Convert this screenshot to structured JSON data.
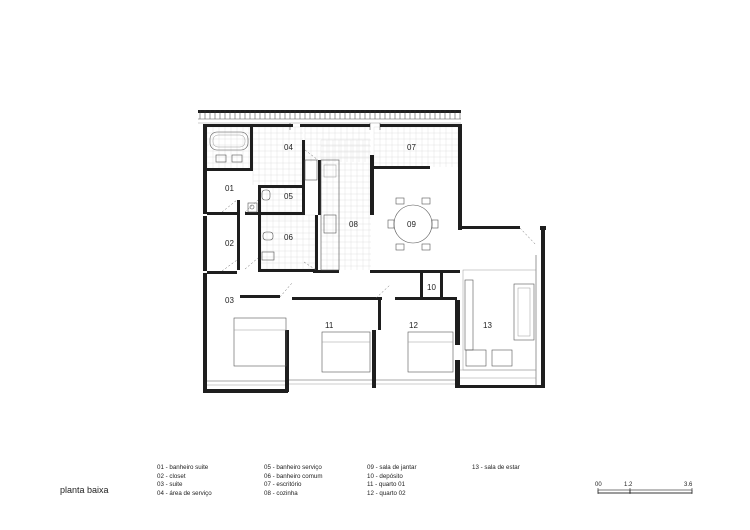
{
  "title": "planta baixa",
  "room_numbers": {
    "r01": "01",
    "r02": "02",
    "r03": "03",
    "r04": "04",
    "r05": "05",
    "r06": "06",
    "r07": "07",
    "r08": "08",
    "r09": "09",
    "r10": "10",
    "r11": "11",
    "r12": "12",
    "r13": "13"
  },
  "legend": {
    "col1": [
      "01 - banheiro suite",
      "02 - closet",
      "03 - suite",
      "04 - área de serviço"
    ],
    "col2": [
      "05 - banheiro serviço",
      "06 - banheiro comum",
      "07 - escritório",
      "08 - cozinha"
    ],
    "col3": [
      "09 - sala de jantar",
      "10 - depósito",
      "11 - quarto 01",
      "12 - quarto 02"
    ],
    "col4": [
      "13 - sala de estar"
    ]
  },
  "scale": {
    "start": "00",
    "mid": "1.2",
    "end": "3.6"
  },
  "colors": {
    "wall": "#1e1e1e",
    "line": "#555555",
    "tile": "#d9d9d9"
  }
}
